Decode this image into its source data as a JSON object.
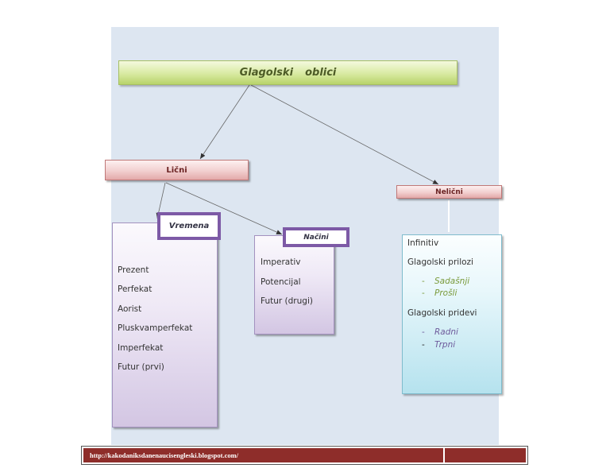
{
  "diagram": {
    "title": "Glagolski  oblici",
    "licni": "Lični",
    "nelicni": "Nelični",
    "vremena": {
      "label": "Vremena",
      "items": [
        "Prezent",
        "Perfekat",
        "Aorist",
        "Pluskvamperfekat",
        "Imperfekat",
        "Futur (prvi)"
      ]
    },
    "nacini": {
      "label": "Načini",
      "items": [
        "Imperativ",
        "Potencijal",
        "Futur (drugi)"
      ]
    },
    "nelicni_items": {
      "infinitiv": "Infinitiv",
      "prilozi": "Glagolski prilozi",
      "prilozi_sub": [
        "Sadašnji",
        "Prošli"
      ],
      "pridevi": "Glagolski pridevi",
      "pridevi_sub": [
        "Radni",
        "Trpni"
      ],
      "dash": "-"
    },
    "colors": {
      "title_fill": "#d8eaa1",
      "red_fill": "#f2cfcf",
      "purple_fill": "#d3c6e3",
      "purple_border": "#7d5aa6",
      "cyan_fill": "#b5e2ee",
      "footer_fill": "#8e2d2a"
    }
  },
  "footer": {
    "url": "http://kakodaniksdanenaucisengleski.blogspot.com/"
  }
}
